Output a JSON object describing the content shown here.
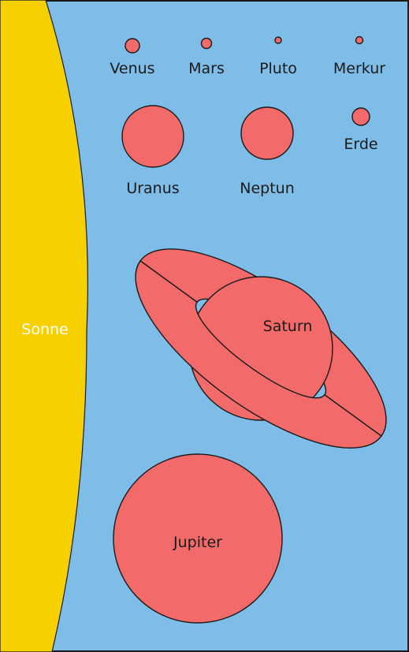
{
  "colors": {
    "sky": "#7dbde8",
    "sun": "#f7d000",
    "planet_fill": "#f26a6a",
    "outline": "#1a1a1a",
    "label_dark": "#1a1a1a",
    "label_light": "#ffffff"
  },
  "labels": {
    "sun": "Sonne",
    "venus": "Venus",
    "mars": "Mars",
    "pluto": "Pluto",
    "merkur": "Merkur",
    "erde": "Erde",
    "uranus": "Uranus",
    "neptun": "Neptun",
    "saturn": "Saturn",
    "jupiter": "Jupiter"
  }
}
